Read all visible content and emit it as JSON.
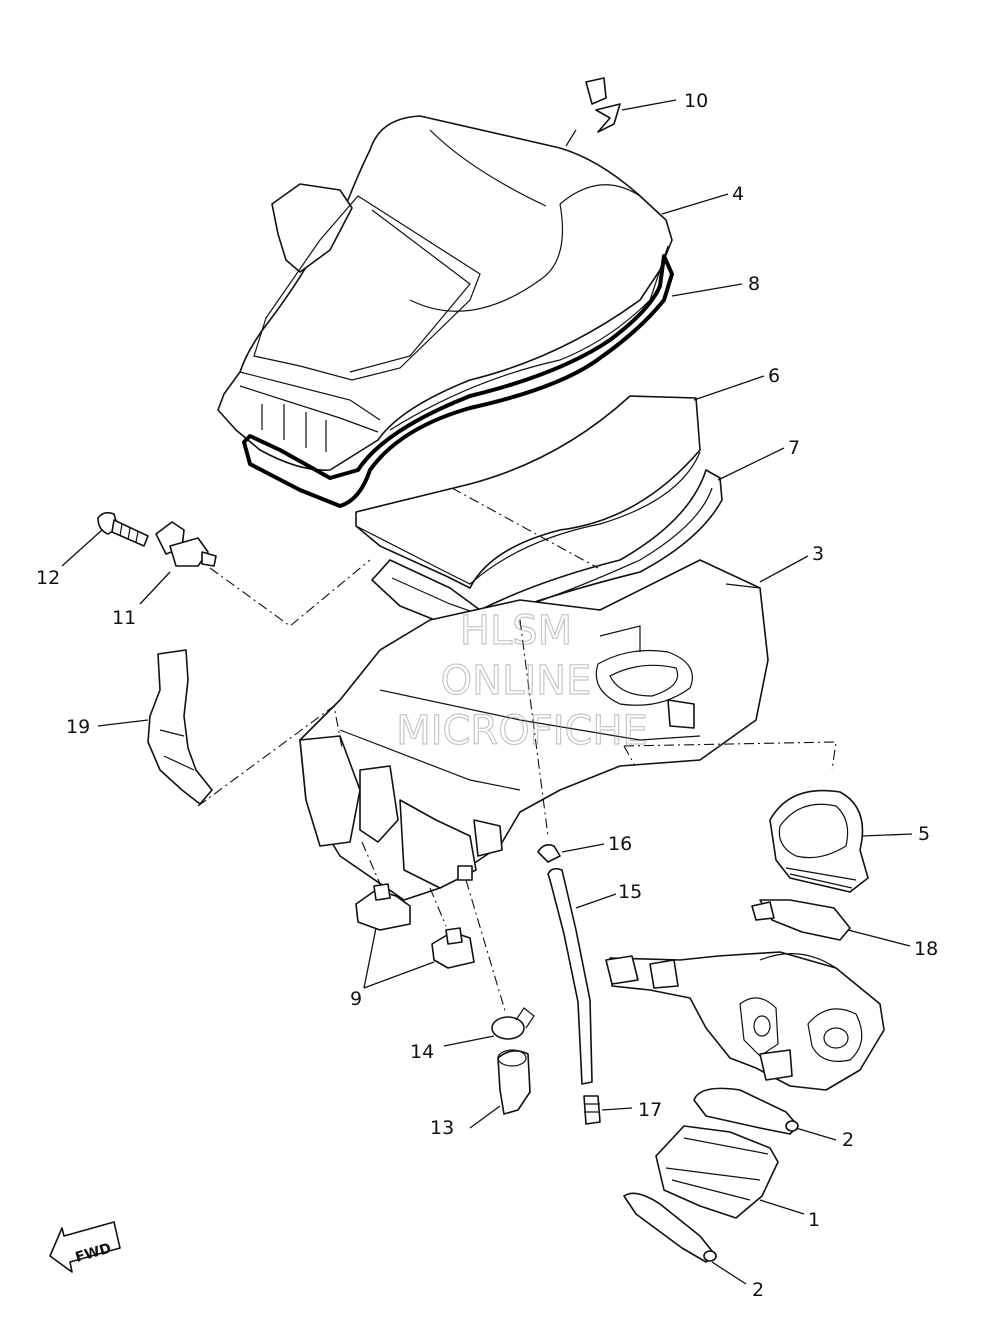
{
  "diagram": {
    "labels": [
      {
        "id": "10",
        "text": "10"
      },
      {
        "id": "4",
        "text": "4"
      },
      {
        "id": "8",
        "text": "8"
      },
      {
        "id": "6",
        "text": "6"
      },
      {
        "id": "7",
        "text": "7"
      },
      {
        "id": "3",
        "text": "3"
      },
      {
        "id": "12",
        "text": "12"
      },
      {
        "id": "11",
        "text": "11"
      },
      {
        "id": "19",
        "text": "19"
      },
      {
        "id": "5",
        "text": "5"
      },
      {
        "id": "16",
        "text": "16"
      },
      {
        "id": "15",
        "text": "15"
      },
      {
        "id": "18",
        "text": "18"
      },
      {
        "id": "9",
        "text": "9"
      },
      {
        "id": "14",
        "text": "14"
      },
      {
        "id": "13",
        "text": "13"
      },
      {
        "id": "17",
        "text": "17"
      },
      {
        "id": "2a",
        "text": "2"
      },
      {
        "id": "1",
        "text": "1"
      },
      {
        "id": "2b",
        "text": "2"
      }
    ],
    "fwd_arrow": "FWD",
    "watermark": [
      "HLSM",
      "ONLINE",
      "MICROFICHE"
    ]
  }
}
